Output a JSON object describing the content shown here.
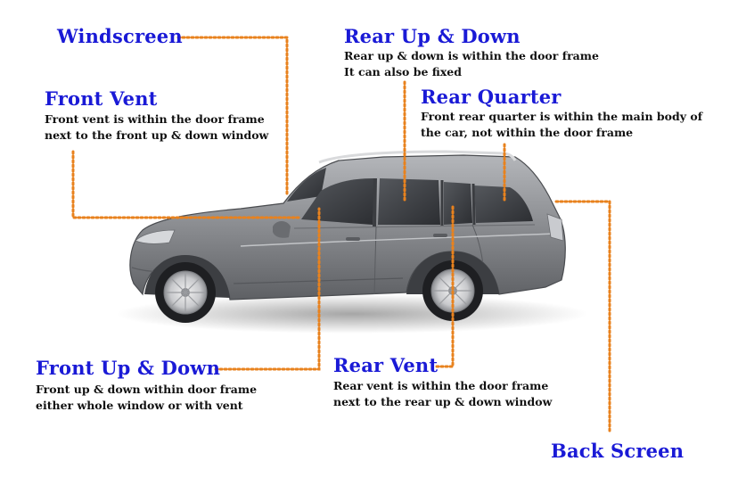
{
  "callouts": {
    "windscreen": {
      "title": "Windscreen"
    },
    "rear_up_down": {
      "title": "Rear Up & Down",
      "lines": [
        "Rear up & down is within the door frame",
        "It can also be fixed"
      ]
    },
    "front_vent": {
      "title": "Front Vent",
      "lines": [
        "Front vent is within the door frame",
        "next to the front up & down window"
      ]
    },
    "rear_quarter": {
      "title": "Rear Quarter",
      "lines": [
        "Front rear quarter is within the main body of",
        "the car, not within the door frame"
      ]
    },
    "front_up_down": {
      "title": "Front Up & Down",
      "lines": [
        "Front up & down within door frame",
        "either whole window or with vent"
      ]
    },
    "rear_vent": {
      "title": "Rear Vent",
      "lines": [
        "Rear vent is within the door frame",
        "next to the rear up & down window"
      ]
    },
    "back_screen": {
      "title": "Back Screen"
    }
  },
  "colors": {
    "title": "#1a1ad6",
    "description": "#111111",
    "leader_line": "#e8821e",
    "car_body": "#8d8f93"
  }
}
